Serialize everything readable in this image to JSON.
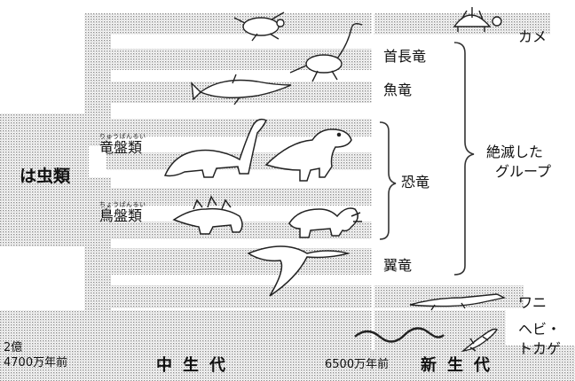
{
  "root_group": "は虫類",
  "orders": [
    {
      "name": "竜盤類",
      "reading": "りゅうばんるい"
    },
    {
      "name": "鳥盤類",
      "reading": "ちょうばんるい"
    }
  ],
  "lineages": {
    "turtle": "カメ",
    "plesiosaur": "首長竜",
    "ichthyosaur": "魚竜",
    "dinosaur": "恐竜",
    "pterosaur": "翼竜",
    "crocodile": "ワニ",
    "snake_lizard": [
      "ヘビ・",
      "トカゲ"
    ]
  },
  "extinct_group": [
    "絶滅した",
    "グループ"
  ],
  "timeline": {
    "start": [
      "2億",
      "4700万年前"
    ],
    "era_mesozoic": "中生代",
    "boundary": "6500万年前",
    "era_cenozoic": "新生代"
  },
  "colors": {
    "band": "#c8c8c8",
    "line": "#333333",
    "text": "#111111"
  }
}
